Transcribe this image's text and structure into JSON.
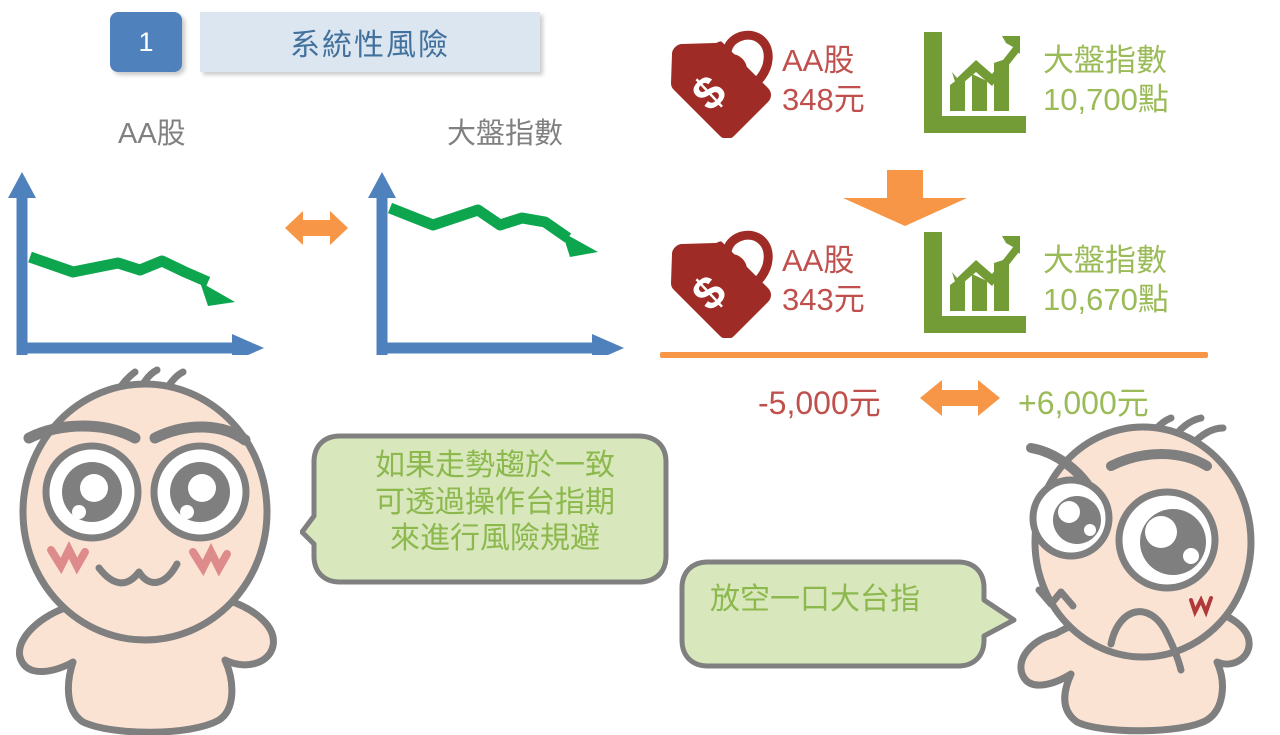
{
  "header": {
    "step_number": "1",
    "title": "系統性風險",
    "badge_color": "#4F81BD",
    "box_color": "#DCE6F1",
    "title_color": "#41719C"
  },
  "charts": {
    "left_label": "AA股",
    "right_label": "大盤指數",
    "label_color": "#808080",
    "axis_color": "#4F81BD",
    "line_color": "#0DA64F",
    "link_icon": "double-arrow-horizontal"
  },
  "chart_data": [
    {
      "type": "line",
      "title": "AA股",
      "xlabel": "",
      "ylabel": "",
      "x": [
        0,
        1,
        2,
        3,
        4,
        5,
        6,
        7
      ],
      "values": [
        72,
        60,
        62,
        72,
        58,
        60,
        50,
        30
      ],
      "grid": false,
      "legend": "none",
      "trend": "down",
      "series_color": "#0DA64F"
    },
    {
      "type": "line",
      "title": "大盤指數",
      "xlabel": "",
      "ylabel": "",
      "x": [
        0,
        1,
        2,
        3,
        4,
        5,
        6,
        7
      ],
      "values": [
        74,
        62,
        64,
        74,
        58,
        61,
        52,
        32
      ],
      "grid": false,
      "legend": "none",
      "trend": "down",
      "series_color": "#0DA64F"
    }
  ],
  "panel": {
    "before": {
      "stock_icon": "price-tag-dollar-icon",
      "stock_name": "AA股",
      "stock_value": "348元",
      "index_icon": "bar-chart-growth-icon",
      "index_name": "大盤指數",
      "index_value": "10,700點"
    },
    "transition_icon": "arrow-down-icon",
    "after": {
      "stock_icon": "price-tag-dollar-icon",
      "stock_name": "AA股",
      "stock_value": "343元",
      "index_icon": "bar-chart-growth-icon",
      "index_name": "大盤指數",
      "index_value": "10,670點"
    },
    "summary": {
      "loss": "-5,000元",
      "gain": "+6,000元",
      "link_icon": "double-arrow-horizontal-icon"
    },
    "colors": {
      "red": "#C0504D",
      "green": "#9BBB59",
      "orange": "#F79646",
      "tag": "#9E2B25",
      "chart_icon": "#749C36"
    }
  },
  "bubbles": [
    {
      "speaker": "left-character",
      "text": "如果走勢趨於一致\n可透過操作台指期\n來進行風險規避",
      "fill": "#D8E8BC",
      "stroke": "#808080",
      "text_color": "#8CB84E"
    },
    {
      "speaker": "right-character",
      "text": "放空一口大台指",
      "fill": "#D8E8BC",
      "stroke": "#808080",
      "text_color": "#8CB84E"
    }
  ],
  "characters": [
    {
      "name": "left-character",
      "expression": "surprised-blushing",
      "skin": "#FBE3D4"
    },
    {
      "name": "right-character",
      "expression": "worried-sweat",
      "skin": "#FBE3D4"
    }
  ]
}
